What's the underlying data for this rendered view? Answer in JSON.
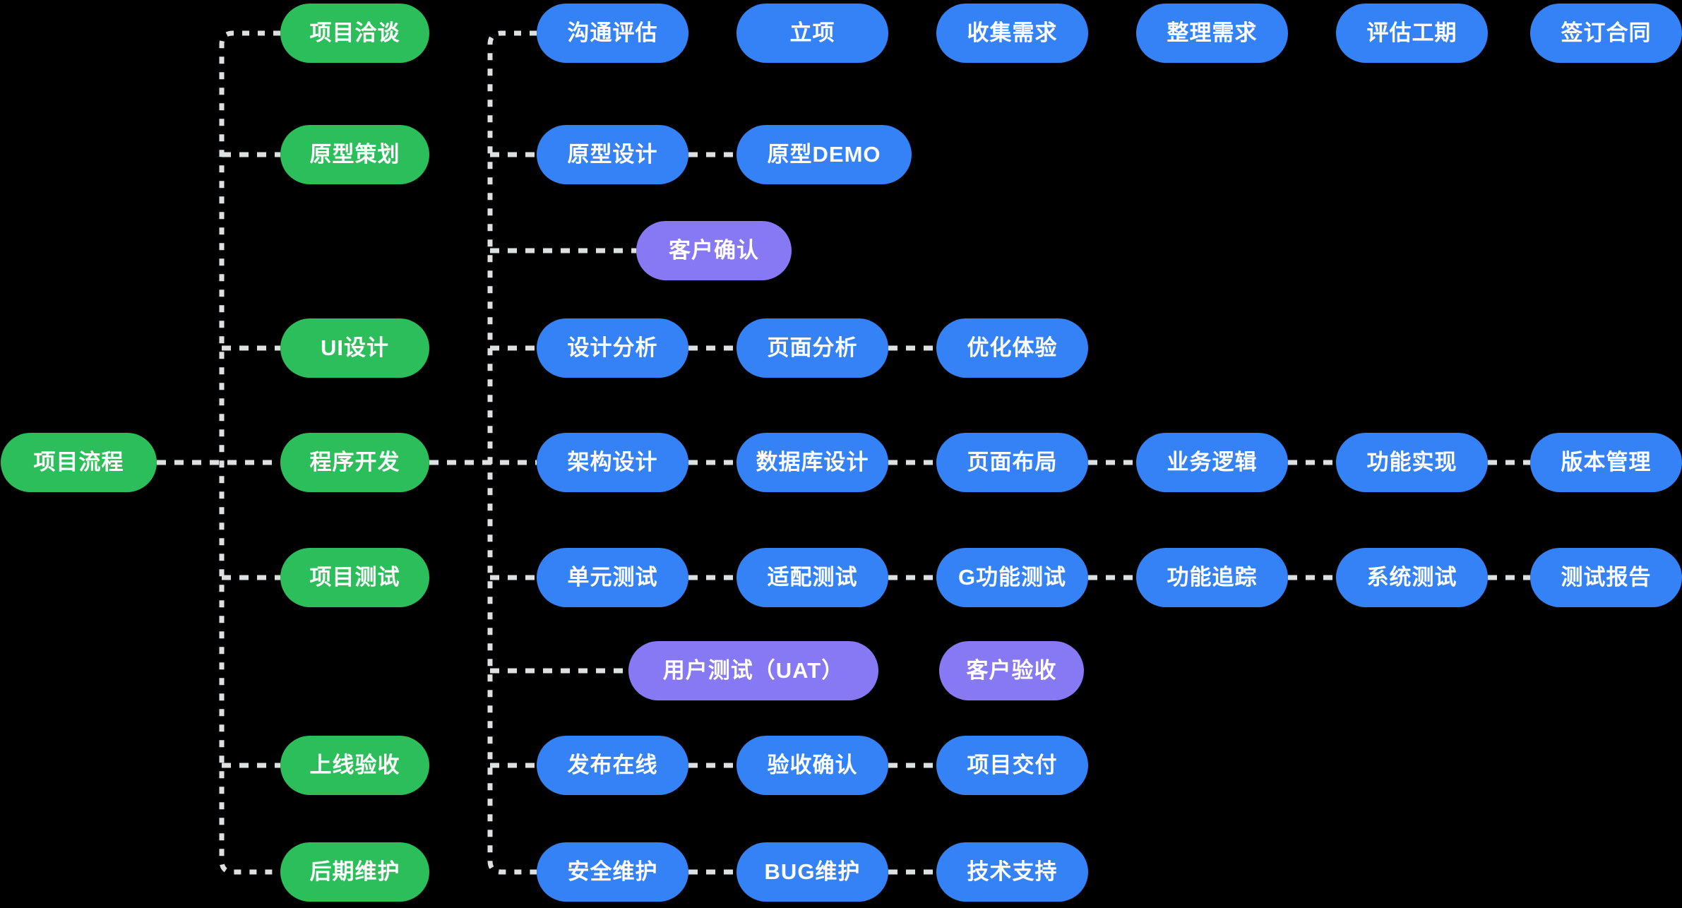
{
  "diagram": {
    "title": "项目流程",
    "background_color": "#000000",
    "text_color": "#ffffff",
    "connector_color": "#DDE0E0",
    "colors": {
      "stage_green": "#2CBE5A",
      "task_blue": "#3582F7",
      "milestone_purple": "#8778F3"
    },
    "nodes": [
      {
        "id": "project-flow-root",
        "label": "项目流程",
        "kind": "root",
        "row": 5,
        "col": "ROOT"
      },
      {
        "id": "project-negotiation",
        "label": "项目洽谈",
        "kind": "stage",
        "row": 1,
        "col": "STAGE"
      },
      {
        "id": "communication-assess",
        "label": "沟通评估",
        "kind": "task",
        "row": 1,
        "col": "A"
      },
      {
        "id": "project-approval",
        "label": "立项",
        "kind": "task",
        "row": 1,
        "col": "B"
      },
      {
        "id": "collect-requirements",
        "label": "收集需求",
        "kind": "task",
        "row": 1,
        "col": "C"
      },
      {
        "id": "organize-requirements",
        "label": "整理需求",
        "kind": "task",
        "row": 1,
        "col": "D"
      },
      {
        "id": "estimate-schedule",
        "label": "评估工期",
        "kind": "task",
        "row": 1,
        "col": "E"
      },
      {
        "id": "sign-contract",
        "label": "签订合同",
        "kind": "task",
        "row": 1,
        "col": "F"
      },
      {
        "id": "prototype-planning",
        "label": "原型策划",
        "kind": "stage",
        "row": 2,
        "col": "STAGE"
      },
      {
        "id": "prototype-design",
        "label": "原型设计",
        "kind": "task",
        "row": 2,
        "col": "A"
      },
      {
        "id": "prototype-demo",
        "label": "原型DEMO",
        "kind": "task",
        "row": 2,
        "col": "DEMO"
      },
      {
        "id": "client-confirm",
        "label": "客户确认",
        "kind": "milestone",
        "row": 3,
        "col": "CONFIRM"
      },
      {
        "id": "ui-design",
        "label": "UI设计",
        "kind": "stage",
        "row": 4,
        "col": "STAGE"
      },
      {
        "id": "design-analysis",
        "label": "设计分析",
        "kind": "task",
        "row": 4,
        "col": "A"
      },
      {
        "id": "page-analysis",
        "label": "页面分析",
        "kind": "task",
        "row": 4,
        "col": "B"
      },
      {
        "id": "optimize-experience",
        "label": "优化体验",
        "kind": "task",
        "row": 4,
        "col": "C"
      },
      {
        "id": "development",
        "label": "程序开发",
        "kind": "stage",
        "row": 5,
        "col": "STAGE"
      },
      {
        "id": "architecture-design",
        "label": "架构设计",
        "kind": "task",
        "row": 5,
        "col": "A"
      },
      {
        "id": "database-design",
        "label": "数据库设计",
        "kind": "task",
        "row": 5,
        "col": "B"
      },
      {
        "id": "page-layout",
        "label": "页面布局",
        "kind": "task",
        "row": 5,
        "col": "C"
      },
      {
        "id": "business-logic",
        "label": "业务逻辑",
        "kind": "task",
        "row": 5,
        "col": "D"
      },
      {
        "id": "feature-implementation",
        "label": "功能实现",
        "kind": "task",
        "row": 5,
        "col": "E"
      },
      {
        "id": "version-management",
        "label": "版本管理",
        "kind": "task",
        "row": 5,
        "col": "F"
      },
      {
        "id": "project-testing",
        "label": "项目测试",
        "kind": "stage",
        "row": 6,
        "col": "STAGE"
      },
      {
        "id": "unit-test",
        "label": "单元测试",
        "kind": "task",
        "row": 6,
        "col": "A"
      },
      {
        "id": "compatibility-test",
        "label": "适配测试",
        "kind": "task",
        "row": 6,
        "col": "B"
      },
      {
        "id": "function-test",
        "label": "G功能测试",
        "kind": "task",
        "row": 6,
        "col": "C"
      },
      {
        "id": "feature-tracking",
        "label": "功能追踪",
        "kind": "task",
        "row": 6,
        "col": "D"
      },
      {
        "id": "system-test",
        "label": "系统测试",
        "kind": "task",
        "row": 6,
        "col": "E"
      },
      {
        "id": "test-report",
        "label": "测试报告",
        "kind": "task",
        "row": 6,
        "col": "F"
      },
      {
        "id": "user-test-uat",
        "label": "用户测试（UAT）",
        "kind": "milestone",
        "row": 7,
        "col": "UAT"
      },
      {
        "id": "client-acceptance",
        "label": "客户验收",
        "kind": "milestone",
        "row": 7,
        "col": "ACCEPT"
      },
      {
        "id": "launch-acceptance",
        "label": "上线验收",
        "kind": "stage",
        "row": 8,
        "col": "STAGE"
      },
      {
        "id": "release-online",
        "label": "发布在线",
        "kind": "task",
        "row": 8,
        "col": "A"
      },
      {
        "id": "acceptance-confirm",
        "label": "验收确认",
        "kind": "task",
        "row": 8,
        "col": "B"
      },
      {
        "id": "project-delivery",
        "label": "项目交付",
        "kind": "task",
        "row": 8,
        "col": "C"
      },
      {
        "id": "post-maintenance",
        "label": "后期维护",
        "kind": "stage",
        "row": 9,
        "col": "STAGE"
      },
      {
        "id": "security-maintenance",
        "label": "安全维护",
        "kind": "task",
        "row": 9,
        "col": "A"
      },
      {
        "id": "bug-maintenance",
        "label": "BUG维护",
        "kind": "task",
        "row": 9,
        "col": "B"
      },
      {
        "id": "tech-support",
        "label": "技术支持",
        "kind": "task",
        "row": 9,
        "col": "C"
      }
    ]
  }
}
